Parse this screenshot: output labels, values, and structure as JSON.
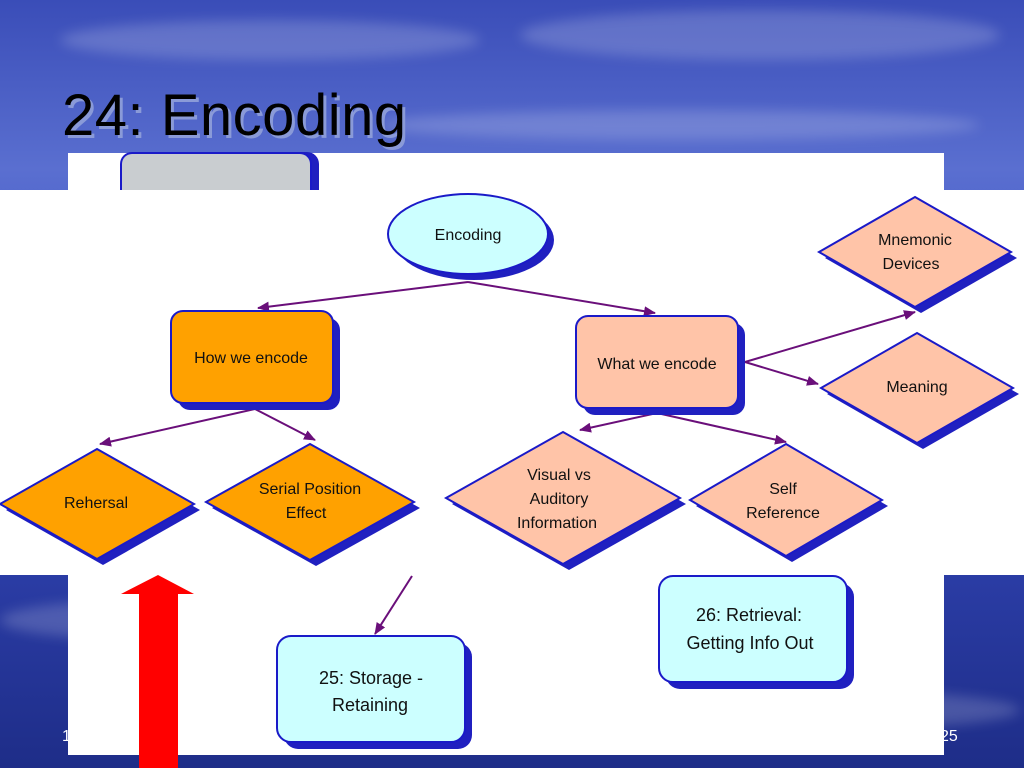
{
  "slide": {
    "title": "24: Encoding",
    "footer_left": "1",
    "footer_right": "25"
  },
  "colors": {
    "orange": "#ffa100",
    "peach": "#ffc4a8",
    "light_cyan": "#ccffff",
    "node_border": "#1a1ac8",
    "shadow": "#2020c0",
    "arrow": "#6a0f7a",
    "big_arrow": "#ff0000"
  },
  "diagram": {
    "encoding": "Encoding",
    "how": "How we encode",
    "what": "What we encode",
    "mnemonic": [
      "Mnemonic",
      "Devices"
    ],
    "meaning": "Meaning",
    "rehearsal": "Rehersal",
    "serial": [
      "Serial Position",
      "Effect"
    ],
    "visual": [
      "Visual vs",
      "Auditory",
      "Information"
    ],
    "self_ref": [
      "Self",
      "Reference"
    ],
    "storage": [
      "25: Storage -",
      "Retaining"
    ],
    "retrieval": [
      "26:  Retrieval:",
      "Getting Info Out"
    ]
  }
}
